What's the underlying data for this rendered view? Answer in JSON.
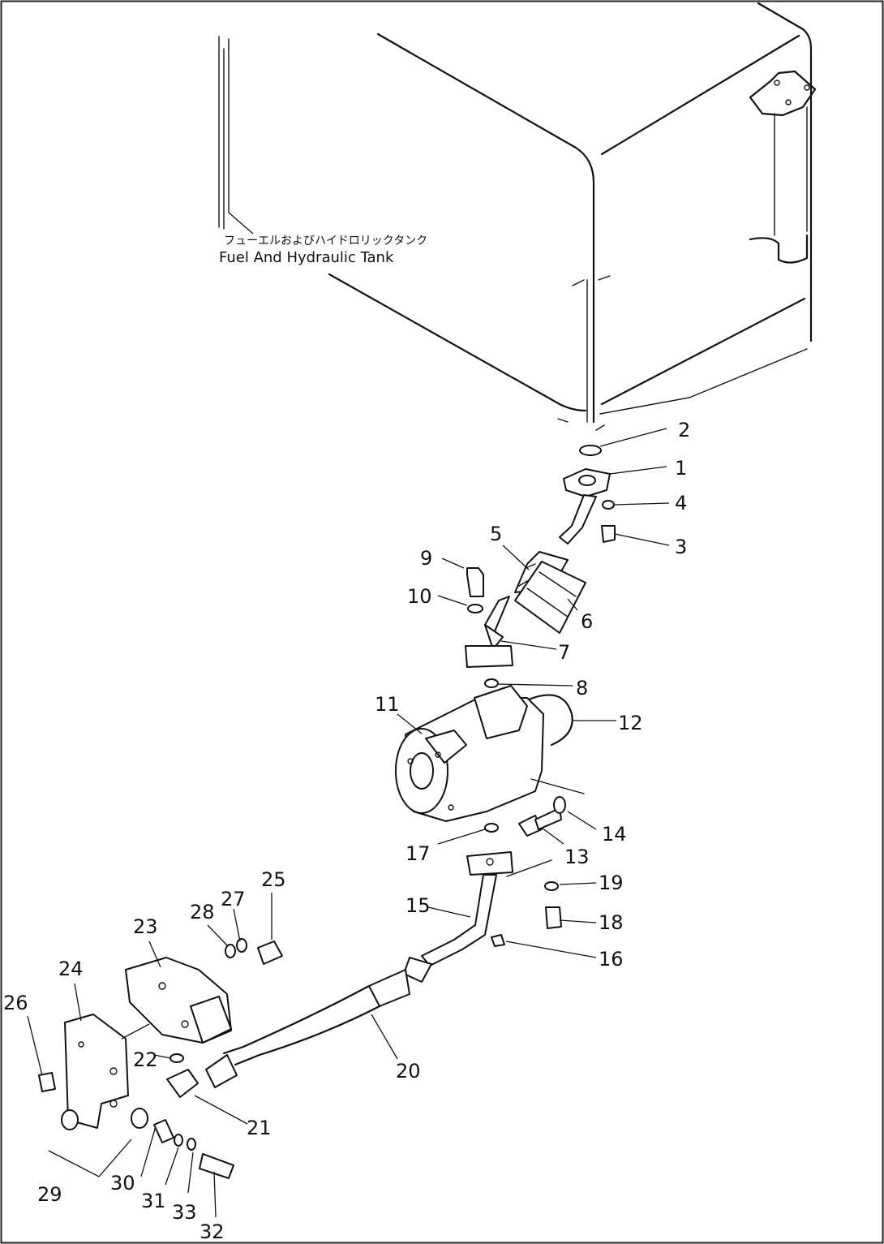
{
  "caption": {
    "jp": "フューエルおよびハイドロリックタンク",
    "en": "Fuel And Hydraulic Tank"
  },
  "callouts": {
    "p1": "1",
    "p2": "2",
    "p3": "3",
    "p4": "4",
    "p5": "5",
    "p6": "6",
    "p7": "7",
    "p8": "8",
    "p9": "9",
    "p10": "10",
    "p11": "11",
    "p12": "12",
    "p13": "13",
    "p14": "14",
    "p15": "15",
    "p16": "16",
    "p17": "17",
    "p18": "18",
    "p19": "19",
    "p20": "20",
    "p21": "21",
    "p22": "22",
    "p23": "23",
    "p24": "24",
    "p25": "25",
    "p26": "26",
    "p27": "27",
    "p28": "28",
    "p29": "29",
    "p30": "30",
    "p31": "31",
    "p32": "32",
    "p33": "33"
  }
}
